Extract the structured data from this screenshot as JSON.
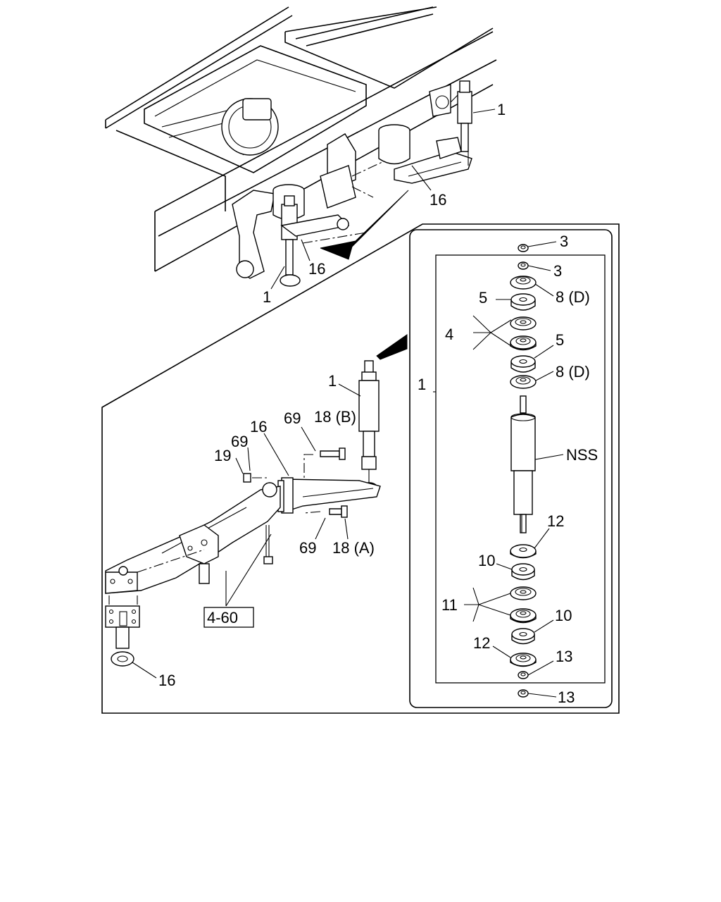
{
  "labels": {
    "overview": {
      "shock_right": "1",
      "bracket_right": "16",
      "bracket_left": "16",
      "shock_left": "1"
    },
    "assembly": {
      "shock": "1",
      "bracket_top": "16",
      "bolt_b_washer": "69",
      "bolt_b": "18 (B)",
      "washer_left": "69",
      "nut": "19",
      "washer_bottom": "69",
      "bolt_a": "18 (A)",
      "ref_box": "4-60",
      "bracket_bottom": "16"
    },
    "exploded": {
      "nut_outer": "3",
      "nut_inner": "3",
      "cushion_8d_top": "8 (D)",
      "washer_5_top": "5",
      "group_4": "4",
      "washer_5_bottom": "5",
      "cushion_8d_bottom": "8 (D)",
      "shock_body": "NSS",
      "group_1": "1",
      "cushion_12_top": "12",
      "washer_10_top": "10",
      "group_11": "11",
      "washer_10_bottom": "10",
      "cushion_12_bottom": "12",
      "nut_13_inner": "13",
      "nut_13_outer": "13"
    }
  }
}
